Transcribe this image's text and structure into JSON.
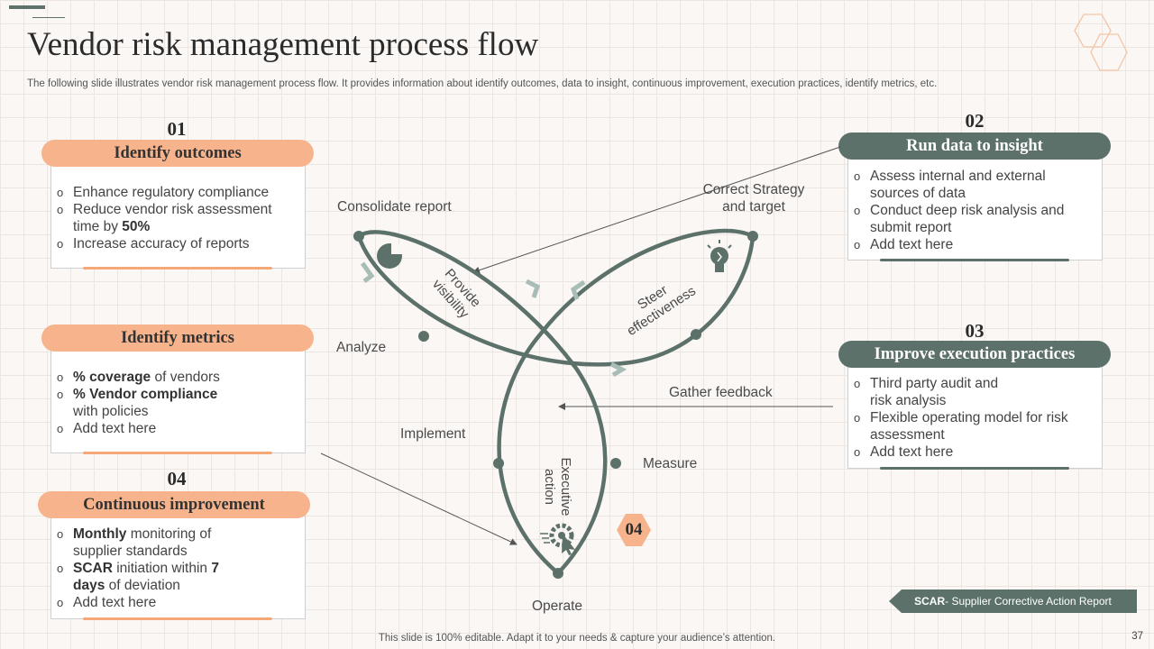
{
  "header": {
    "title": "Vendor risk management process flow",
    "subtitle": "The following slide illustrates vendor risk management process flow. It provides information about identify outcomes, data to insight, continuous improvement, execution practices, identify metrics, etc."
  },
  "left": {
    "s1": {
      "num": "01",
      "title": "Identify outcomes",
      "b1": "Enhance regulatory  compliance",
      "b2a": "Reduce vendor risk assessment time by ",
      "b2b": "50%",
      "b3": "Increase  accuracy of reports"
    },
    "s2": {
      "title": "Identify metrics",
      "b1a": "% coverage",
      "b1b": " of vendors",
      "b2a": "% Vendor compliance",
      "b2b": " with policies",
      "b3": "Add text here"
    },
    "s3": {
      "num": "04",
      "title": "Continuous improvement",
      "b1a": "Monthly",
      "b1b": " monitoring of supplier standards",
      "b2a": "SCAR",
      "b2b": " initiation within ",
      "b2c": "7 days",
      "b2d": " of deviation",
      "b3": "Add text here"
    }
  },
  "right": {
    "s1": {
      "num": "02",
      "title": "Run data to insight",
      "b1": "Assess internal and external sources of data",
      "b2": "Conduct deep risk analysis and submit report",
      "b3": "Add text here"
    },
    "s2": {
      "num": "03",
      "title": "Improve execution practices",
      "b1": "Third party audit and risk analysis",
      "b2": "Flexible operating model for risk assessment",
      "b3": "Add text here"
    }
  },
  "diagram": {
    "consolidate": "Consolidate report",
    "correct": "Correct Strategy and target",
    "analyze": "Analyze",
    "gather": "Gather feedback",
    "implement": "Implement",
    "measure": "Measure",
    "operate": "Operate",
    "provide": "Provide visibility",
    "steer": "Steer effectiveness",
    "executive": "Executive action",
    "badge": "04"
  },
  "footer": {
    "scar_a": "SCAR",
    "scar_b": "- Supplier Corrective Action Report",
    "note": "This slide is 100% editable. Adapt it to your needs & capture your audience’s attention.",
    "page": "37"
  },
  "colors": {
    "slate": "#5d716b",
    "peach": "#f7b48c",
    "accent_peach": "#f5a878"
  },
  "icons": [
    "pie-chart-icon",
    "lightbulb-icon",
    "gear-cursor-icon",
    "hexagon-decoration"
  ]
}
